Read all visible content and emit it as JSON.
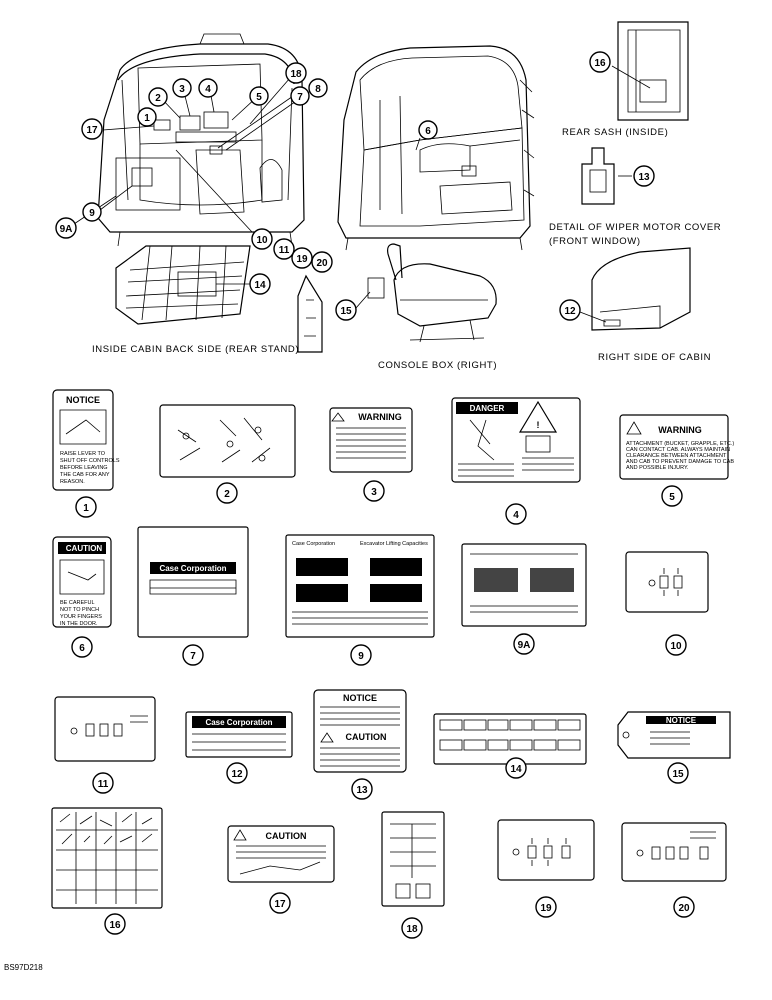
{
  "views": {
    "rear_sash": "REAR SASH (INSIDE)",
    "wiper_line1": "DETAIL OF WIPER MOTOR COVER",
    "wiper_line2": "(FRONT WINDOW)",
    "rear_stand": "INSIDE CABIN BACK SIDE (REAR STAND)",
    "console": "CONSOLE BOX (RIGHT)",
    "right_side": "RIGHT SIDE OF CABIN"
  },
  "callouts": {
    "c1": "1",
    "c2": "2",
    "c3": "3",
    "c4": "4",
    "c5": "5",
    "c6": "6",
    "c7": "7",
    "c8": "8",
    "c9": "9",
    "c9a": "9A",
    "c10": "10",
    "c11": "11",
    "c12": "12",
    "c13": "13",
    "c14": "14",
    "c15": "15",
    "c16": "16",
    "c17": "17",
    "c18": "18",
    "c19": "19",
    "c20": "20"
  },
  "decals": {
    "d1": {
      "num": "1",
      "heading": "NOTICE",
      "text": [
        "RAISE LEVER TO",
        "SHUT OFF CONTROLS",
        "BEFORE LEAVING",
        "THE CAB FOR ANY",
        "REASON."
      ]
    },
    "d2": {
      "num": "2"
    },
    "d3": {
      "num": "3",
      "heading": "WARNING"
    },
    "d4": {
      "num": "4",
      "heading": "DANGER"
    },
    "d5": {
      "num": "5",
      "heading": "WARNING",
      "text": [
        "ATTACHMENT (BUCKET, GRAPPLE, ETC.)",
        "CAN CONTACT CAB. ALWAYS MAINTAIN",
        "CLEARANCE BETWEEN ATTACHMENT",
        "AND CAB TO PREVENT DAMAGE TO CAB",
        "AND POSSIBLE INJURY."
      ]
    },
    "d6": {
      "num": "6",
      "heading": "CAUTION",
      "text": [
        "BE CAREFUL",
        "NOT TO PINCH",
        "YOUR FINGERS",
        "IN THE DOOR."
      ]
    },
    "d7": {
      "num": "7",
      "brand": "Case Corporation"
    },
    "d8": {},
    "d9": {
      "num": "9",
      "head_left": "Case Corporation",
      "head_right": "Excavator Lifting Capacities"
    },
    "d9a": {
      "num": "9A"
    },
    "d10": {
      "num": "10"
    },
    "d11": {
      "num": "11"
    },
    "d12": {
      "num": "12",
      "brand": "Case Corporation"
    },
    "d13": {
      "num": "13",
      "heading1": "NOTICE",
      "heading2": "CAUTION"
    },
    "d14": {
      "num": "14"
    },
    "d15": {
      "num": "15",
      "heading": "NOTICE"
    },
    "d16": {
      "num": "16"
    },
    "d17": {
      "num": "17",
      "heading": "CAUTION"
    },
    "d18": {
      "num": "18"
    },
    "d19": {
      "num": "19"
    },
    "d20": {
      "num": "20"
    }
  },
  "figure_code": "BS97D218"
}
